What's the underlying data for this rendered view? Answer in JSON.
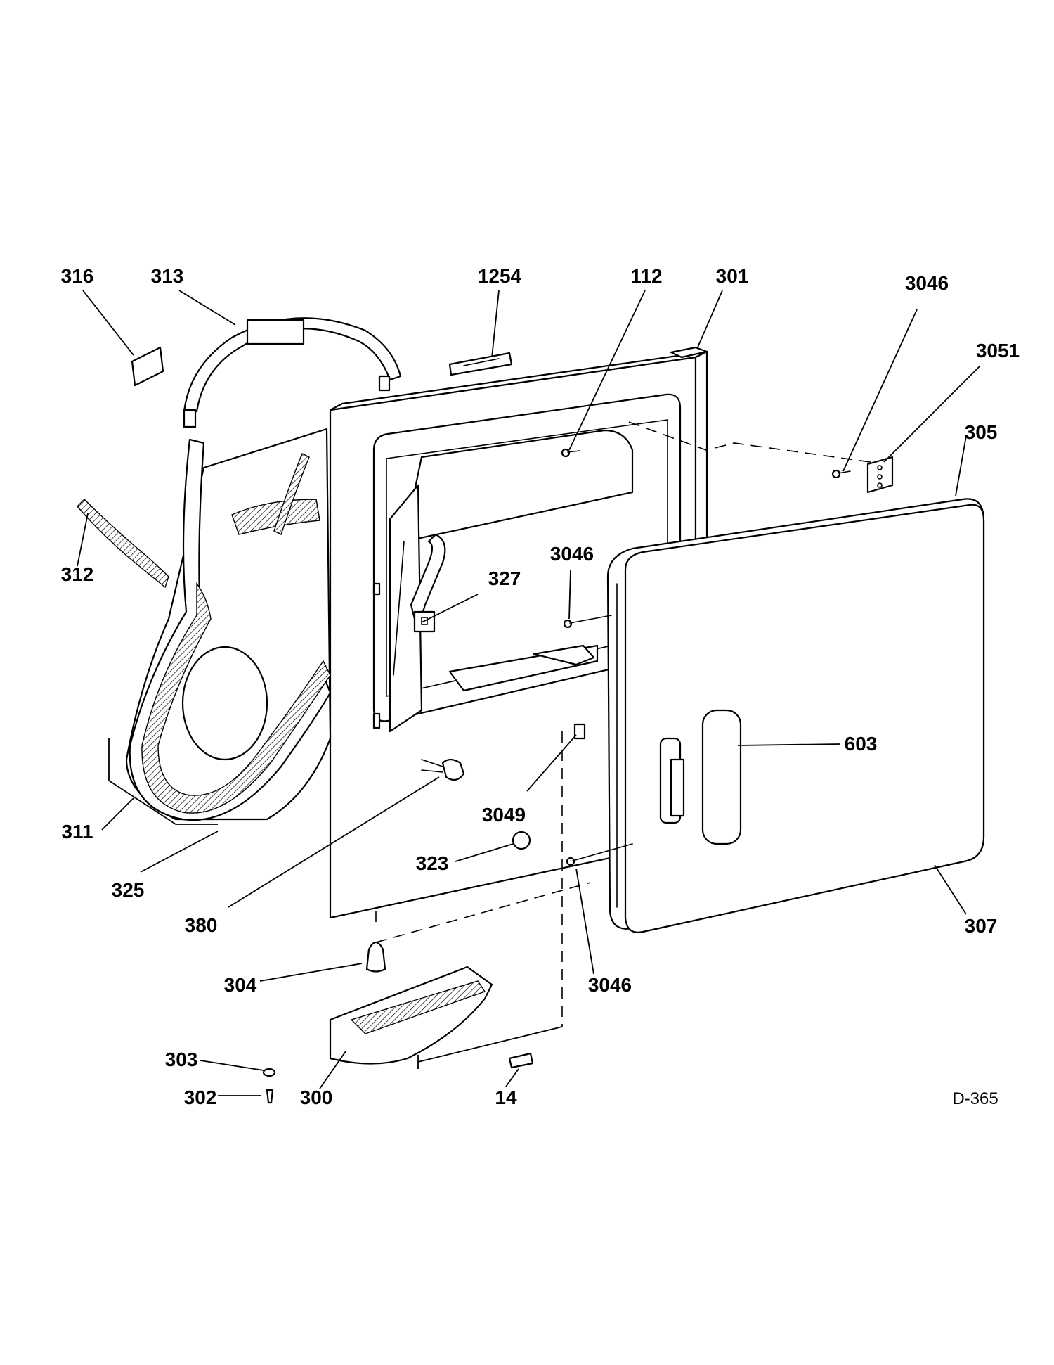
{
  "diagram_code": "D-365",
  "callouts": [
    {
      "id": "316",
      "text": "316"
    },
    {
      "id": "313",
      "text": "313"
    },
    {
      "id": "1254",
      "text": "1254"
    },
    {
      "id": "112",
      "text": "112"
    },
    {
      "id": "301",
      "text": "301"
    },
    {
      "id": "3046a",
      "text": "3046"
    },
    {
      "id": "3051",
      "text": "3051"
    },
    {
      "id": "305",
      "text": "305"
    },
    {
      "id": "312",
      "text": "312"
    },
    {
      "id": "3046b",
      "text": "3046"
    },
    {
      "id": "327",
      "text": "327"
    },
    {
      "id": "603",
      "text": "603"
    },
    {
      "id": "3049",
      "text": "3049"
    },
    {
      "id": "311",
      "text": "311"
    },
    {
      "id": "323",
      "text": "323"
    },
    {
      "id": "325",
      "text": "325"
    },
    {
      "id": "307",
      "text": "307"
    },
    {
      "id": "380",
      "text": "380"
    },
    {
      "id": "304",
      "text": "304"
    },
    {
      "id": "3046c",
      "text": "3046"
    },
    {
      "id": "303",
      "text": "303"
    },
    {
      "id": "300",
      "text": "300"
    },
    {
      "id": "14",
      "text": "14"
    },
    {
      "id": "302",
      "text": "302"
    }
  ]
}
